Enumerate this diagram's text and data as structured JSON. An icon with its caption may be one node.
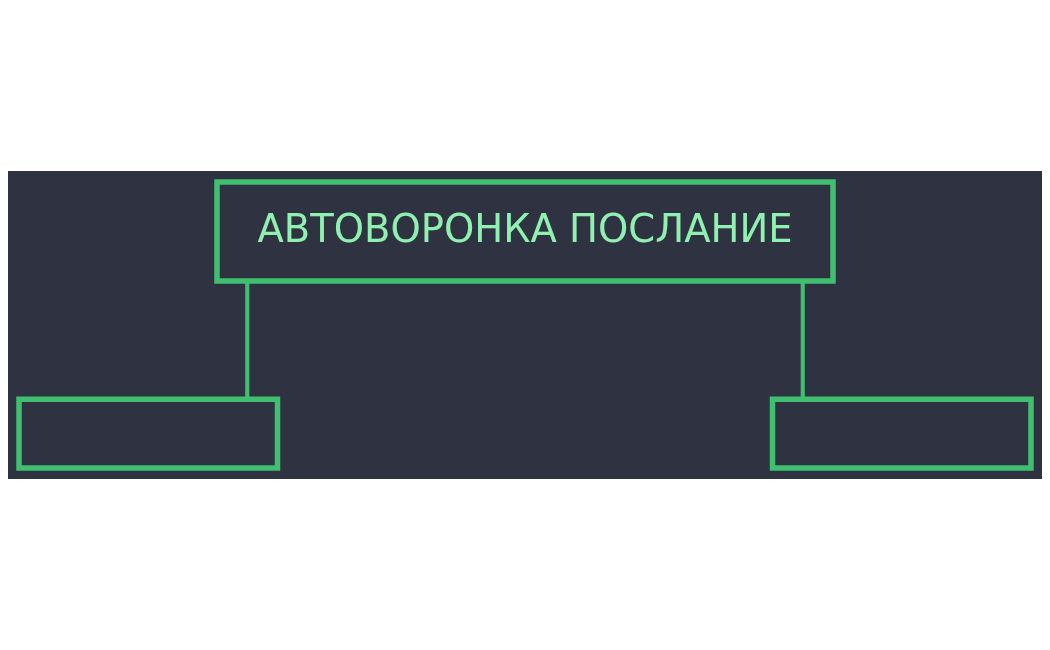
{
  "diagram": {
    "nodes": [
      {
        "text": [
          "АВТОВОРОНКА ПОСЛАНИЕ"
        ]
      },
      {
        "text": [],
        "shape": "box"
      },
      {
        "text": [],
        "shape": "box"
      }
    ],
    "edges": [
      {
        "from": 0,
        "to": 1,
        "arrow": "none"
      },
      {
        "from": 0,
        "to": 2,
        "arrow": "none"
      }
    ]
  }
}
